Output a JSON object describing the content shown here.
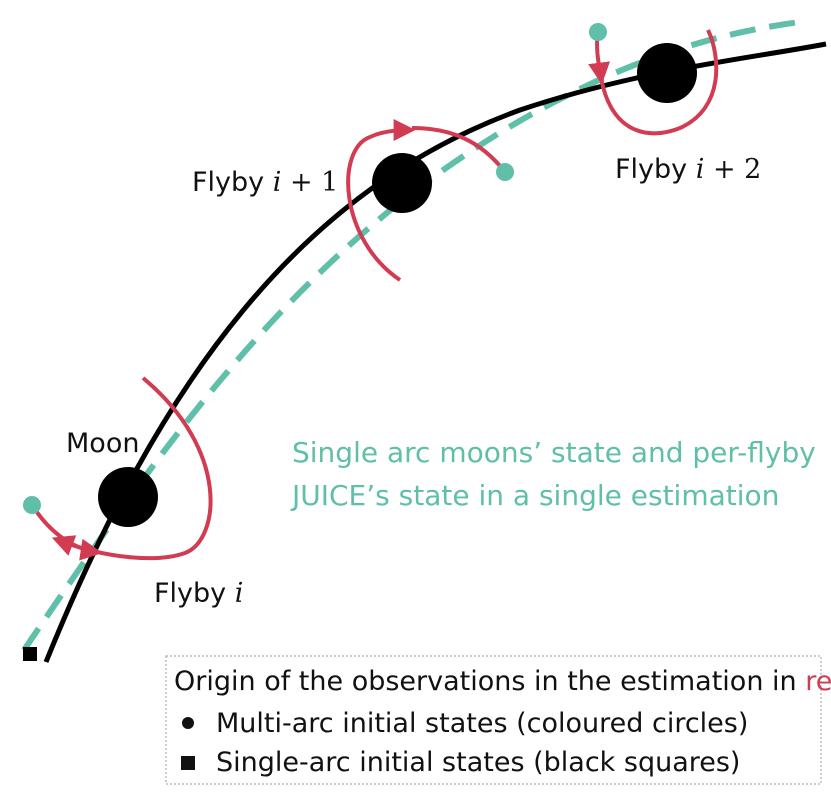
{
  "colors": {
    "black_trajectory": "#000000",
    "teal_trajectory": "#5fbfa8",
    "red_flyby": "#d23c52",
    "legend_border": "#999999"
  },
  "labels": {
    "moon": "Moon",
    "flyby_i_prefix": "Flyby ",
    "flyby_i_var": "i",
    "flyby_i1_prefix": "Flyby ",
    "flyby_i1_var": "i",
    "flyby_i1_suffix": " + 1",
    "flyby_i2_prefix": "Flyby ",
    "flyby_i2_var": "i",
    "flyby_i2_suffix": " + 2"
  },
  "annotation": {
    "line1": "Single arc moons’ state and per-flyby",
    "line2": "JUICE’s state in a single estimation"
  },
  "legend": {
    "title_prefix": "Origin of the observations in the estimation in ",
    "title_highlight": "red",
    "items": [
      {
        "symbol": "circle-icon",
        "text": "Multi-arc initial states (coloured circles)"
      },
      {
        "symbol": "square-icon",
        "text": "Single-arc initial states (black squares)"
      }
    ]
  }
}
